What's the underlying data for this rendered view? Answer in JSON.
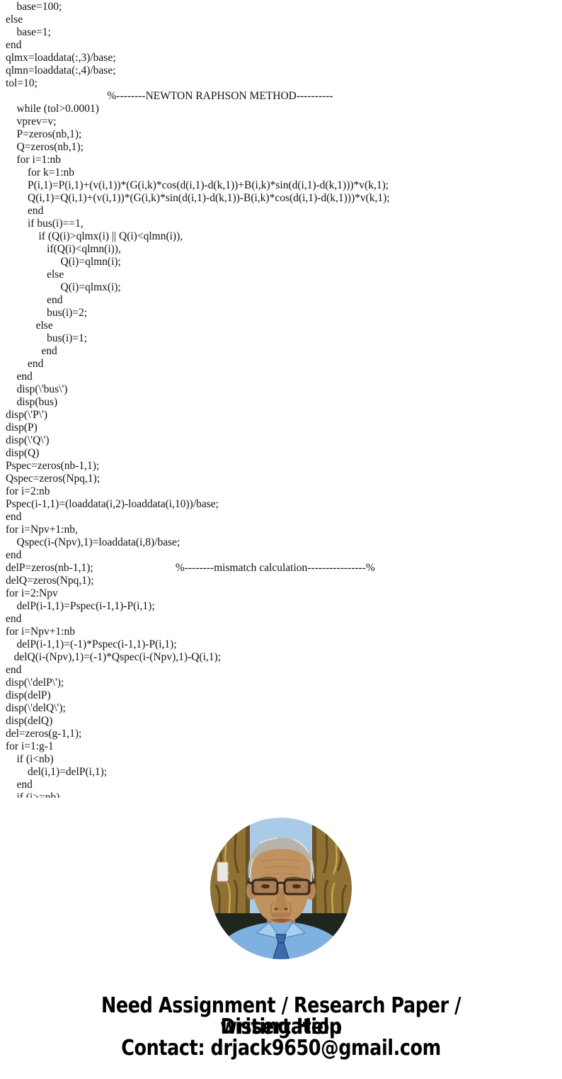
{
  "code_listing": {
    "lines": [
      "    base=100;",
      "else",
      "    base=1;",
      "end",
      "qlmx=loaddata(:,3)/base;",
      "qlmn=loaddata(:,4)/base;",
      "tol=10;",
      "                                     %--------NEWTON RAPHSON METHOD----------",
      "    while (tol>0.0001)",
      "    vprev=v;",
      "    P=zeros(nb,1);",
      "    Q=zeros(nb,1);",
      "    for i=1:nb",
      "        for k=1:nb",
      "        P(i,1)=P(i,1)+(v(i,1))*(G(i,k)*cos(d(i,1)-d(k,1))+B(i,k)*sin(d(i,1)-d(k,1)))*v(k,1);",
      "        Q(i,1)=Q(i,1)+(v(i,1))*(G(i,k)*sin(d(i,1)-d(k,1))-B(i,k)*cos(d(i,1)-d(k,1)))*v(k,1);",
      "        end",
      "        if bus(i)==1,",
      "            if (Q(i)>qlmx(i) || Q(i)<qlmn(i)),",
      "               if(Q(i)<qlmn(i)),",
      "                    Q(i)=qlmn(i);",
      "               else",
      "                    Q(i)=qlmx(i);",
      "               end",
      "               bus(i)=2;",
      "           else",
      "               bus(i)=1;",
      "             end",
      "        end",
      "    end",
      "    disp(\\'bus\\')",
      "    disp(bus)",
      "disp(\\'P\\')",
      "disp(P)",
      "disp(\\'Q\\')",
      "disp(Q)",
      "Pspec=zeros(nb-1,1);",
      "Qspec=zeros(Npq,1);",
      "for i=2:nb",
      "Pspec(i-1,1)=(loaddata(i,2)-loaddata(i,10))/base;",
      "end",
      "for i=Npv+1:nb,",
      "    Qspec(i-(Npv),1)=loaddata(i,8)/base;",
      "end",
      "delP=zeros(nb-1,1);                              %--------mismatch calculation----------------%",
      "delQ=zeros(Npq,1);",
      "for i=2:Npv",
      "    delP(i-1,1)=Pspec(i-1,1)-P(i,1);",
      "end",
      "for i=Npv+1:nb",
      "    delP(i-1,1)=(-1)*Pspec(i-1,1)-P(i,1);",
      "   delQ(i-(Npv),1)=(-1)*Qspec(i-(Npv),1)-Q(i,1);",
      "end",
      "disp(\\'delP\\');",
      "disp(delP)",
      "disp(\\'delQ\\');",
      "disp(delQ)",
      "del=zeros(g-1,1);",
      "for i=1:g-1",
      "    if (i<nb)",
      "        del(i,1)=delP(i,1);",
      "    end",
      "    if (i>=nb)"
    ]
  },
  "promo": {
    "line1": "Need Assignment / Research Paper / Dissertation",
    "line2": "writing Help",
    "line3": "Contact: drjack9650@gmail.com"
  },
  "avatar": {
    "colors": {
      "sky": "#a9cbe8",
      "wall": "#8f7133",
      "wall_dark": "#5a451d",
      "wall_light": "#d2ab55",
      "band": "#20261c",
      "shirt": "#7fb1e0",
      "collar": "#a9cdf0",
      "tie": "#3c6cab",
      "skin": "#c0925f",
      "hair": "#b7b3ab",
      "glasses": "#36291c"
    }
  }
}
